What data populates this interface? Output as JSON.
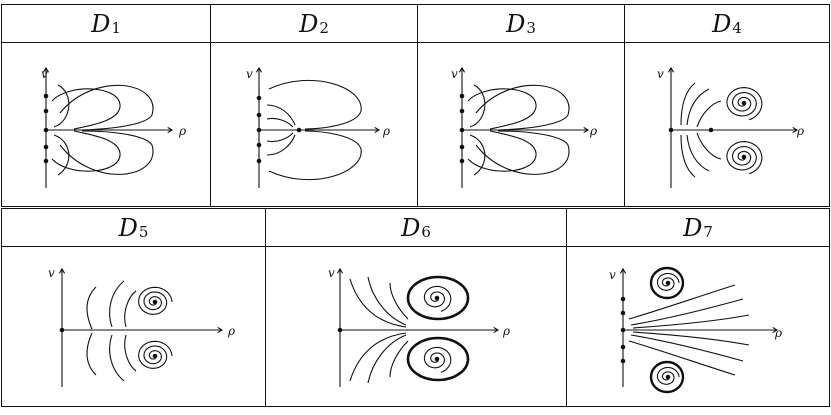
{
  "panels": [
    {
      "label": "D",
      "index": "1",
      "axis_x": "ρ",
      "axis_y": "v"
    },
    {
      "label": "D",
      "index": "2",
      "axis_x": "ρ",
      "axis_y": "v"
    },
    {
      "label": "D",
      "index": "3",
      "axis_x": "ρ",
      "axis_y": "v"
    },
    {
      "label": "D",
      "index": "4",
      "axis_x": "ρ",
      "axis_y": "v"
    },
    {
      "label": "D",
      "index": "5",
      "axis_x": "ρ",
      "axis_y": "v"
    },
    {
      "label": "D",
      "index": "6",
      "axis_x": "ρ",
      "axis_y": "v"
    },
    {
      "label": "D",
      "index": "7",
      "axis_x": "ρ",
      "axis_y": "v"
    }
  ]
}
